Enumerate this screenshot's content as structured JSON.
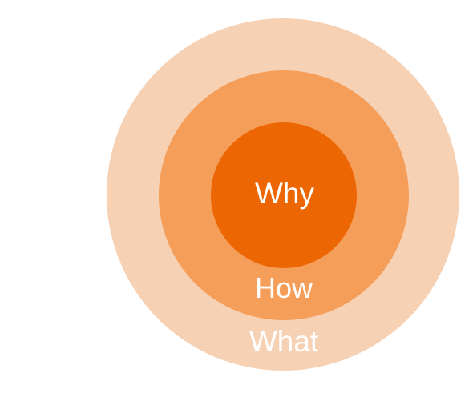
{
  "colors": {
    "background": "#ffffff",
    "outer_ring": "#f7d1b4",
    "middle_ring": "#f59e59",
    "inner_circle": "#ec6704",
    "label_text": "#ffffff"
  },
  "circles": {
    "outer": {
      "label": "What"
    },
    "middle": {
      "label": "How"
    },
    "inner": {
      "label": "Why"
    }
  }
}
